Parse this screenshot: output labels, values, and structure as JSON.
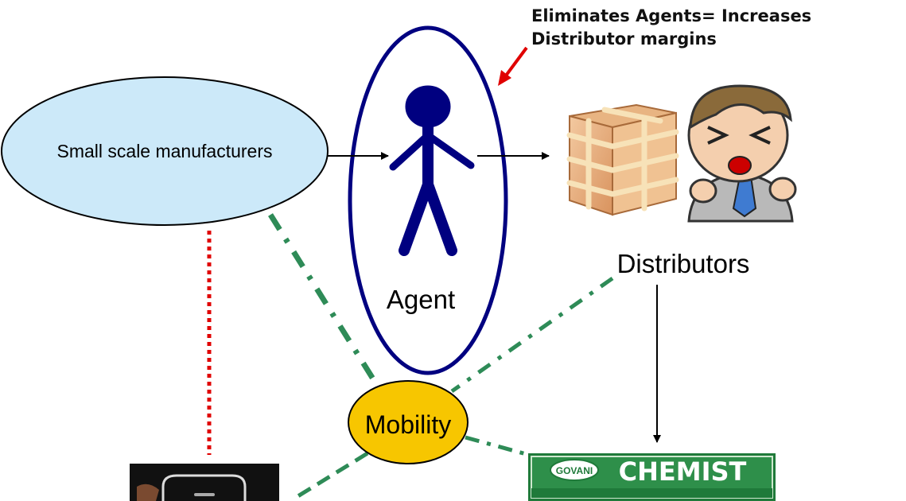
{
  "callout": {
    "line1": "Eliminates Agents= Increases",
    "line2": "Distributor margins"
  },
  "nodes": {
    "manufacturers": "Small scale manufacturers",
    "agent": "Agent",
    "distributors": "Distributors",
    "mobility": "Mobility",
    "chemist_sign": "CHEMIST",
    "chemist_badge": "GOVANI"
  },
  "colors": {
    "manufacturers_fill": "#cce9f9",
    "agent_outline": "#000080",
    "agent_figure": "#000080",
    "mobility_fill": "#f7c600",
    "dash_green": "#2e8b57",
    "dot_red": "#e00000",
    "callout_arrow": "#e00000",
    "sign_green": "#1f7a3a"
  },
  "icons": [
    "stick-figure-icon",
    "crate-icon",
    "businessman-icon",
    "phone-icon",
    "chemist-sign-icon"
  ]
}
